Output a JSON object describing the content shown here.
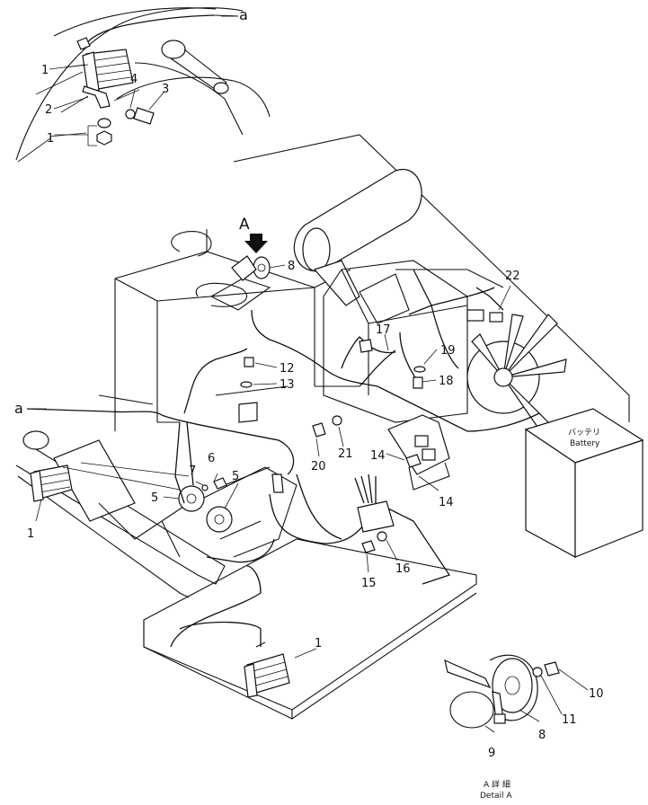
{
  "labels": {
    "l1a": "1",
    "l1b": "1",
    "l1c": "1",
    "l1d": "1",
    "l2": "2",
    "l3": "3",
    "l4": "4",
    "l5a": "5",
    "l5b": "5",
    "l6": "6",
    "l7": "7",
    "l8a": "8",
    "l8b": "8",
    "l9": "9",
    "l10": "10",
    "l11": "11",
    "l12": "12",
    "l13": "13",
    "l14a": "14",
    "l14b": "14",
    "l15": "15",
    "l16": "16",
    "l17": "17",
    "l18": "18",
    "l19": "19",
    "l20": "20",
    "l21": "21",
    "l22": "22",
    "view_a_arrow": "A",
    "wire_a_top": "a",
    "wire_a_left": "a"
  },
  "battery": {
    "jp": "バッテリ",
    "en": "Battery"
  },
  "detail": {
    "jp": "A 詳 細",
    "en": "Detail A"
  }
}
